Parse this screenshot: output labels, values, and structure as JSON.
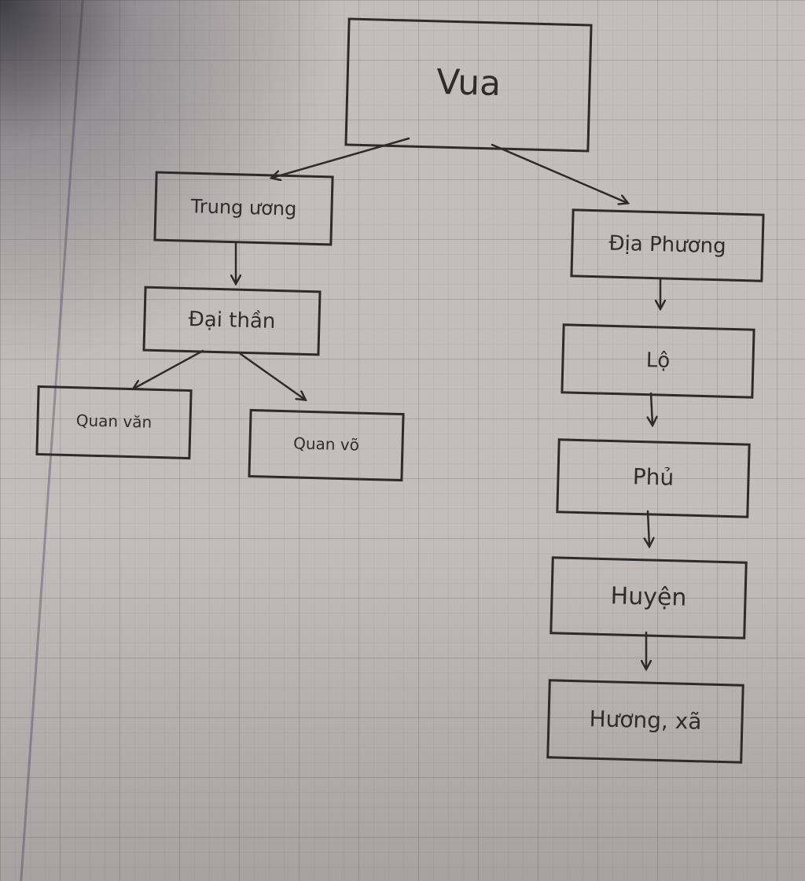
{
  "diagram": {
    "nodes": [
      {
        "id": "vua",
        "label": "Vua"
      },
      {
        "id": "trung_uong",
        "label": "Trung ương"
      },
      {
        "id": "dai_than",
        "label": "Đại thần"
      },
      {
        "id": "quan_van",
        "label": "Quan văn"
      },
      {
        "id": "quan_vo",
        "label": "Quan võ"
      },
      {
        "id": "dia_phuong",
        "label": "Địa Phương"
      },
      {
        "id": "lo",
        "label": "Lộ"
      },
      {
        "id": "phu",
        "label": "Phủ"
      },
      {
        "id": "huyen",
        "label": "Huyện"
      },
      {
        "id": "huong_xa",
        "label": "Hương, xã"
      }
    ],
    "edges": [
      {
        "from": "vua",
        "to": "trung_uong"
      },
      {
        "from": "vua",
        "to": "dia_phuong"
      },
      {
        "from": "trung_uong",
        "to": "dai_than"
      },
      {
        "from": "dai_than",
        "to": "quan_van"
      },
      {
        "from": "dai_than",
        "to": "quan_vo"
      },
      {
        "from": "dia_phuong",
        "to": "lo"
      },
      {
        "from": "lo",
        "to": "phu"
      },
      {
        "from": "phu",
        "to": "huyen"
      },
      {
        "from": "huyen",
        "to": "huong_xa"
      }
    ]
  }
}
